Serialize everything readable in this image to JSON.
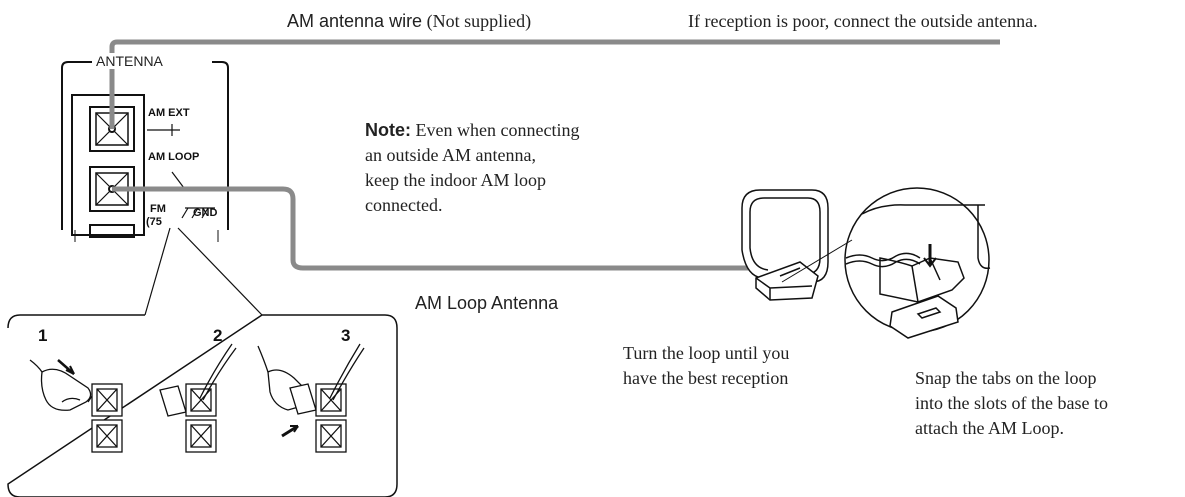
{
  "panel": {
    "title": "ANTENNA",
    "am_ext": "AM EXT",
    "am_loop": "AM LOOP",
    "fm_line1": "FM",
    "fm_line2": "(75",
    "gnd": "GND"
  },
  "labels": {
    "wire_title": "AM antenna wire",
    "wire_note": "(Not supplied)",
    "outside_tip": "If reception is poor, connect the outside antenna.",
    "loop_antenna": "AM Loop Antenna",
    "turn_loop": [
      "Turn the loop until you",
      "have the best reception"
    ],
    "snap_tabs": [
      "Snap the tabs on the loop",
      "into the slots of the base to",
      "attach the AM Loop."
    ]
  },
  "note": {
    "label": "Note:",
    "lines": [
      " Even when connecting",
      "an outside AM antenna,",
      "keep the indoor AM loop",
      "connected."
    ]
  },
  "steps": [
    "1",
    "2",
    "3"
  ],
  "colors": {
    "wire": "#8a8a8a",
    "line": "#111111"
  }
}
